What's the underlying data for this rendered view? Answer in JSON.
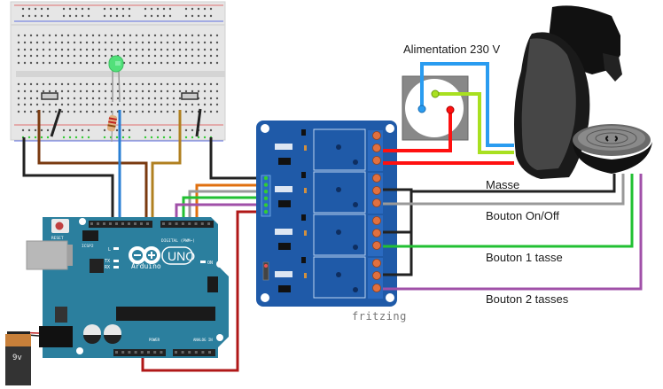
{
  "diagram": {
    "title": "Arduino relay control of a coffee machine",
    "watermark": "fritzing",
    "labels": {
      "power_supply": "Alimentation 230 V",
      "ground": "Masse",
      "button_onoff": "Bouton On/Off",
      "button_1_cup": "Bouton 1 tasse",
      "button_2_cups": "Bouton 2 tasses"
    },
    "components": {
      "arduino": {
        "name": "Arduino",
        "model": "UNO",
        "reset_label": "RESET",
        "icsp_label": "ICSP2",
        "digital_label": "DIGITAL (PWM~)",
        "power_label": "POWER",
        "analog_label": "ANALOG IN",
        "led_l": "L",
        "led_tx": "TX",
        "led_rx": "RX",
        "led_on": "ON"
      },
      "battery": {
        "label": "9v"
      },
      "relay_module": {
        "channels": 4
      },
      "breadboard": {
        "has_led": true,
        "led_color": "green",
        "pushbuttons": 2,
        "resistor": true
      },
      "outlet": {
        "type": "230V socket"
      },
      "coffee_machine": {
        "type": "pod coffee machine"
      }
    },
    "wire_colors": {
      "black": "#222222",
      "brown": "#7a3a10",
      "blue": "#2a7fd4",
      "ochre": "#b08020",
      "orange": "#e07010",
      "gray": "#999999",
      "green": "#22c033",
      "purple": "#a050a8",
      "red": "#d01818",
      "mains_red": "#ff1010",
      "mains_blue": "#2a9cf0",
      "mains_lime": "#a8e020"
    },
    "board_colors": {
      "arduino": "#2b7f9e",
      "relay": "#1f5aa8",
      "breadboard": "#e8e8e8"
    }
  }
}
